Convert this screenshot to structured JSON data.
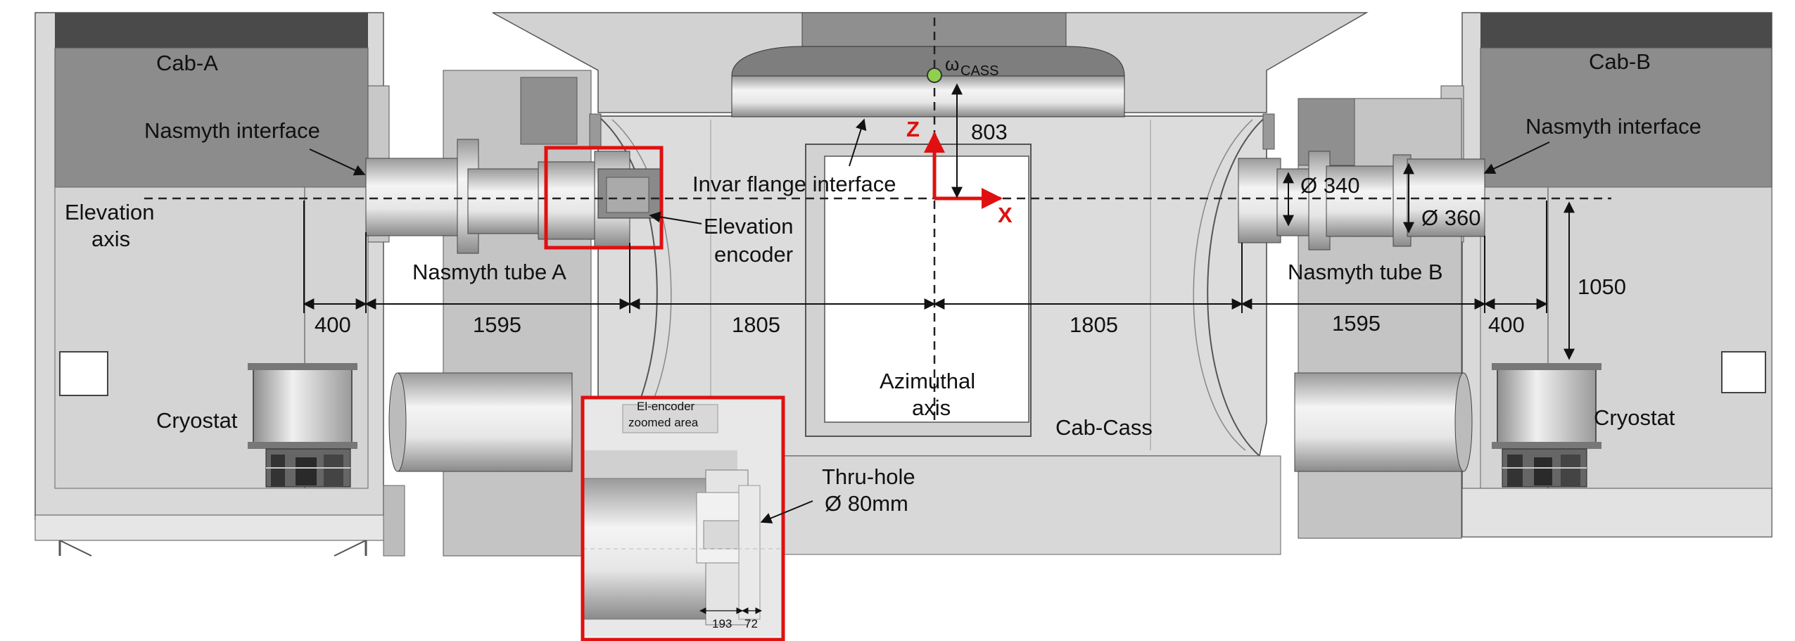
{
  "labels": {
    "cab_a": "Cab-A",
    "cab_b": "Cab-B",
    "nasmyth_interface_a": "Nasmyth interface",
    "nasmyth_interface_b": "Nasmyth interface",
    "elevation_axis_line1": "Elevation",
    "elevation_axis_line2": "axis",
    "nasmyth_tube_a": "Nasmyth tube A",
    "nasmyth_tube_b": "Nasmyth tube B",
    "invar_flange": "Invar flange interface",
    "elevation_encoder_line1": "Elevation",
    "elevation_encoder_line2": "encoder",
    "omega": "ω",
    "omega_sub": "CASS",
    "z_axis": "Z",
    "x_axis": "X",
    "azimuthal_line1": "Azimuthal",
    "azimuthal_line2": "axis",
    "cab_cass": "Cab-Cass",
    "cryostat_a": "Cryostat",
    "cryostat_b": "Cryostat",
    "thru_hole_line1": "Thru-hole",
    "thru_hole_line2": "Ø 80mm",
    "zoom_title_line1": "El-encoder",
    "zoom_title_line2": "zoomed area"
  },
  "dimensions": {
    "d400_left": "400",
    "d1595_left": "1595",
    "d1805_left": "1805",
    "d1805_right": "1805",
    "d1595_right": "1595",
    "d400_right": "400",
    "d803": "803",
    "d1050": "1050",
    "d340": "Ø 340",
    "d360": "Ø 360",
    "d193": "193",
    "d72": "72"
  },
  "colors": {
    "highlight_red": "#e01010",
    "marker_green": "#8fd14f",
    "housing_gray": "#d6d6d6",
    "dark_gray": "#4a4a4a"
  }
}
